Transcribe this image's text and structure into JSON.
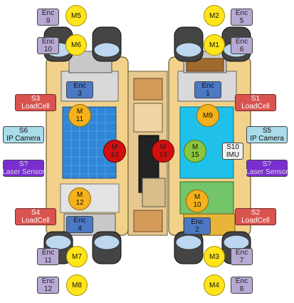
{
  "encoders": {
    "enc9": [
      "Enc",
      "9"
    ],
    "enc10": [
      "Enc",
      "10"
    ],
    "enc5": [
      "Enc",
      "5"
    ],
    "enc6": [
      "Enc",
      "6"
    ],
    "enc3": [
      "Enc",
      "3"
    ],
    "enc1": [
      "Enc",
      "1"
    ],
    "enc4": [
      "Enc",
      "4"
    ],
    "enc2": [
      "Enc",
      "2"
    ],
    "enc11": [
      "Enc",
      "11"
    ],
    "enc12": [
      "Enc",
      "12"
    ],
    "enc7": [
      "Enc",
      "7"
    ],
    "enc8": [
      "Enc",
      "8"
    ]
  },
  "motors": {
    "m5": "M5",
    "m6": "M6",
    "m2": "M2",
    "m1": "M1",
    "m11": [
      "M",
      "11"
    ],
    "m9": "M9",
    "m14": [
      "M",
      "14"
    ],
    "m13": [
      "M",
      "13"
    ],
    "m15": [
      "M",
      "15"
    ],
    "m12": [
      "M",
      "12"
    ],
    "m10": [
      "M",
      "10"
    ],
    "m7": "M7",
    "m8": "M8",
    "m3": "M3",
    "m4": "M4"
  },
  "sensors": {
    "s3": [
      "S3",
      "LoadCell"
    ],
    "s1": [
      "S1",
      "LoadCell"
    ],
    "s6": [
      "S6",
      "IP Camera"
    ],
    "s5": [
      "S5",
      "IP Camera"
    ],
    "laser_left": [
      "S?",
      "Laser Sensor"
    ],
    "laser_right": [
      "S?",
      "Laser Sensor"
    ],
    "s4": [
      "S4",
      "LoadCell"
    ],
    "s2": [
      "S2",
      "LoadCell"
    ],
    "s10": [
      "S10",
      "IMU"
    ]
  },
  "colors": {
    "encoder": "#b7a9d3",
    "encoder_blue": "#4b79c4",
    "loadcell": "#d9534f",
    "camera": "#a9dbe8",
    "laser": "#7a2ed0",
    "motor_yellow": "#ffe51a",
    "motor_orange": "#f5b21d",
    "motor_red": "#d10f0f",
    "motor_green": "#8cc63f"
  }
}
